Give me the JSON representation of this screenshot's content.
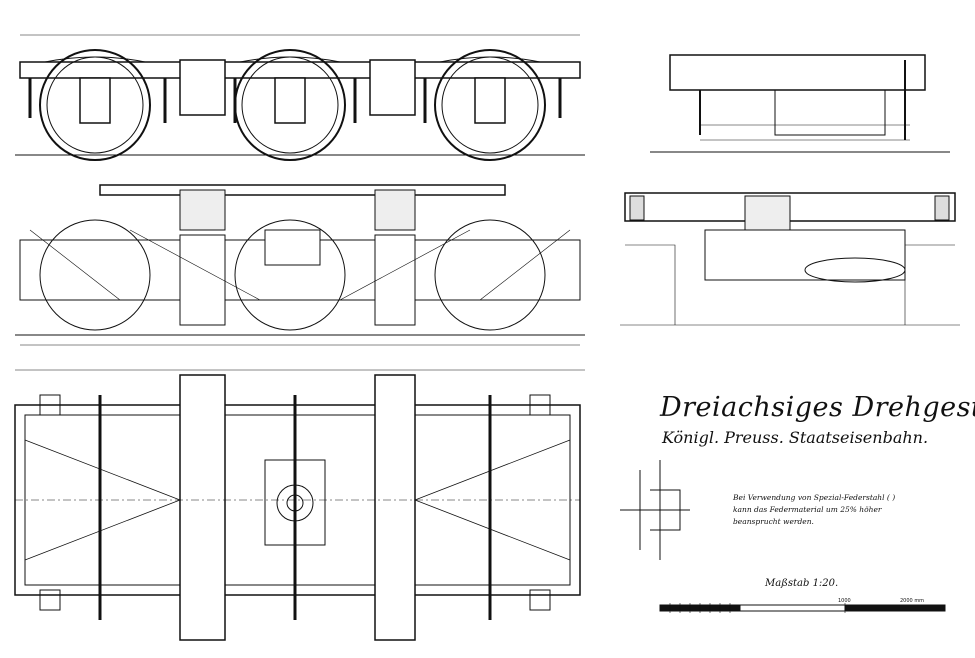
{
  "title": "Dreiachsiges Drehgestell.",
  "subtitle": "Königl. Preuss. Staatseisenbahn.",
  "note": [
    "Bei Verwendung von Spezial-Federstahl ( )",
    "kann das Federmaterial um 25% höher",
    "beansprucht werden."
  ],
  "scale": {
    "label": "Maßstab 1:20.",
    "ticks": [
      "1000",
      "2000 mm"
    ]
  },
  "colors": {
    "ink": "#111111",
    "paper": "#ffffff"
  }
}
